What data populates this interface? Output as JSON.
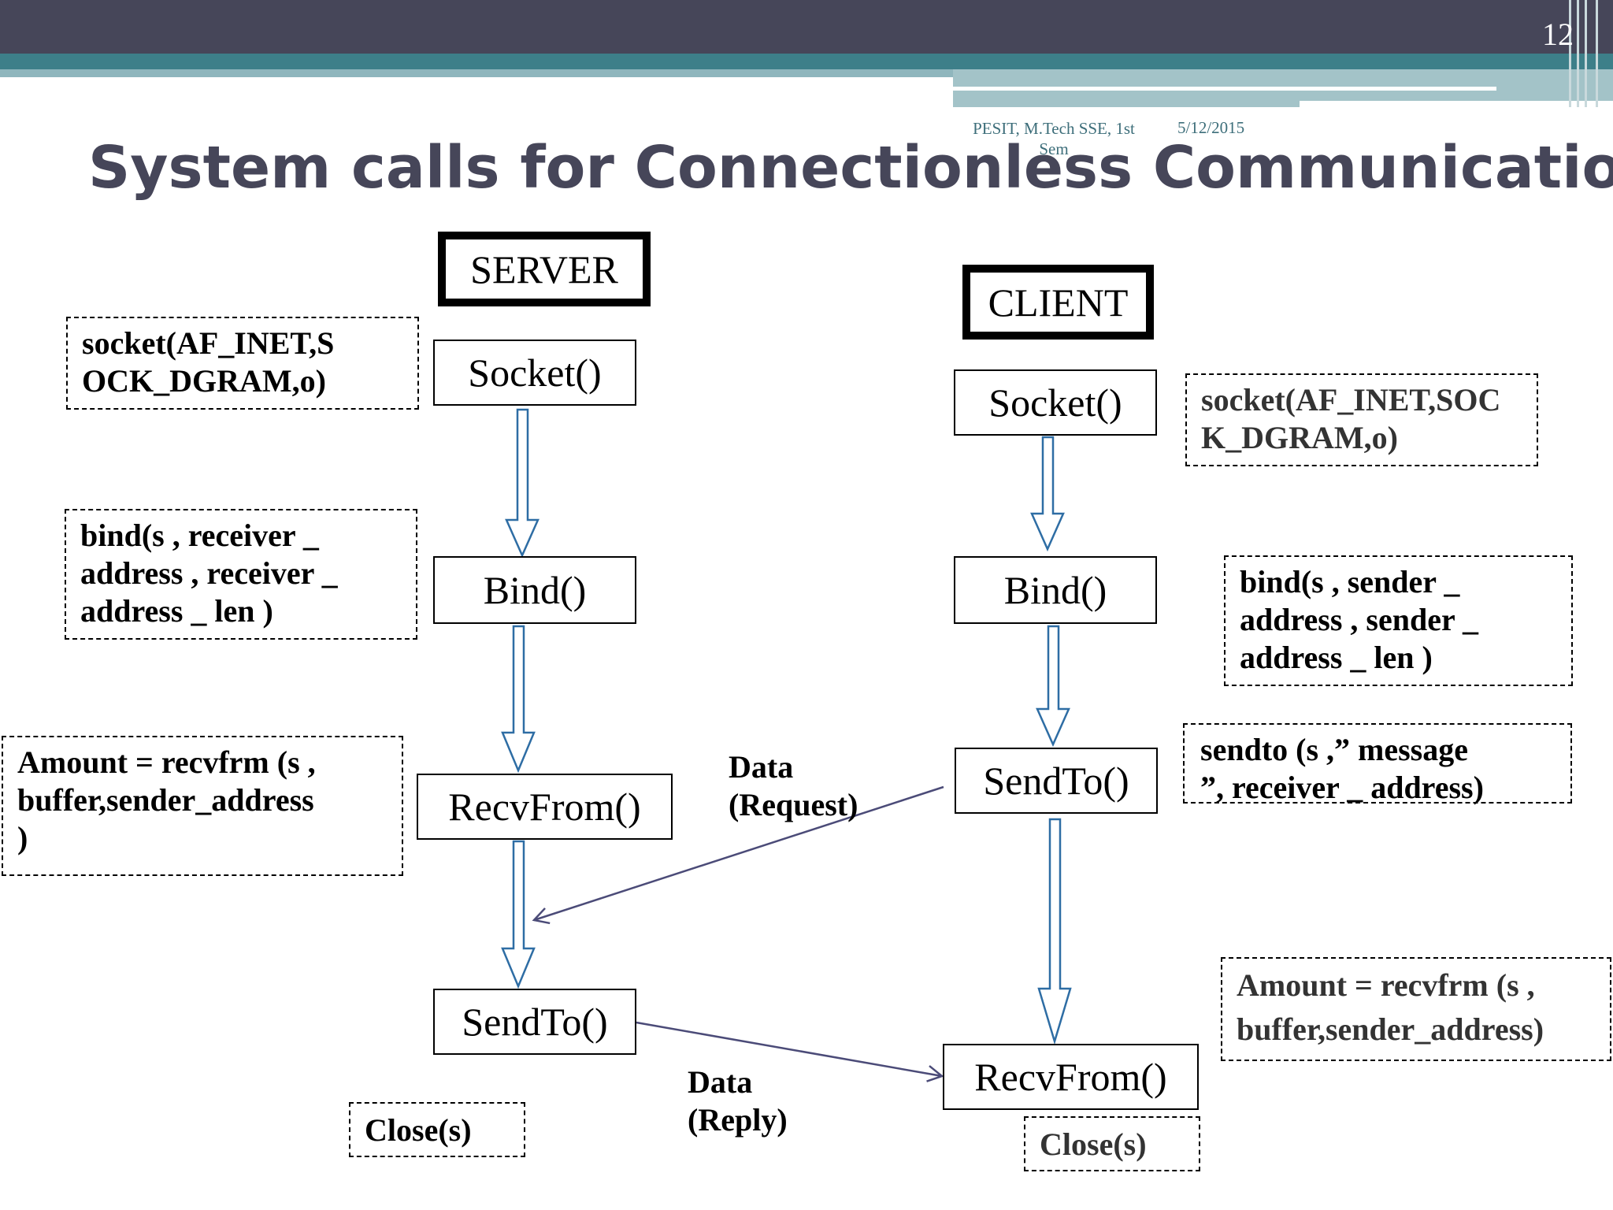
{
  "slide_number": "12",
  "footer": {
    "left_line1": "PESIT, M.Tech SSE, 1st",
    "left_line2": "Sem",
    "date": "5/12/2015"
  },
  "title": "System calls for Connectionless Communication",
  "server": {
    "heading": "SERVER",
    "steps": {
      "socket": "Socket()",
      "bind": "Bind()",
      "recvfrom": "RecvFrom()",
      "sendto": "SendTo()"
    },
    "notes": {
      "socket": "socket(AF_INET,S\nOCK_DGRAM,o)",
      "bind": "bind(s , receiver _\naddress , receiver _\naddress _ len )",
      "recvfrom": "Amount = recvfrm (s ,\nbuffer,sender_address\n)",
      "close": "Close(s)"
    }
  },
  "client": {
    "heading": "CLIENT",
    "steps": {
      "socket": "Socket()",
      "bind": "Bind()",
      "sendto": "SendTo()",
      "recvfrom": "RecvFrom()"
    },
    "notes": {
      "socket": "socket(AF_INET,SOC\nK_DGRAM,o)",
      "bind": "bind(s , sender _\naddress , sender _\naddress _ len )",
      "sendto": "sendto (s ,” message\n”, receiver _ address)",
      "recvfrom": "Amount = recvfrm (s ,\nbuffer,sender_address)",
      "close": "Close(s)"
    }
  },
  "messages": {
    "request": "Data\n(Request)",
    "reply": "Data\n(Reply)"
  },
  "colors": {
    "header_dark": "#464659",
    "header_teal": "#3d7f89",
    "title": "#464659",
    "flow_arrow": "#2e6da4",
    "message_line": "#4b4b78"
  }
}
